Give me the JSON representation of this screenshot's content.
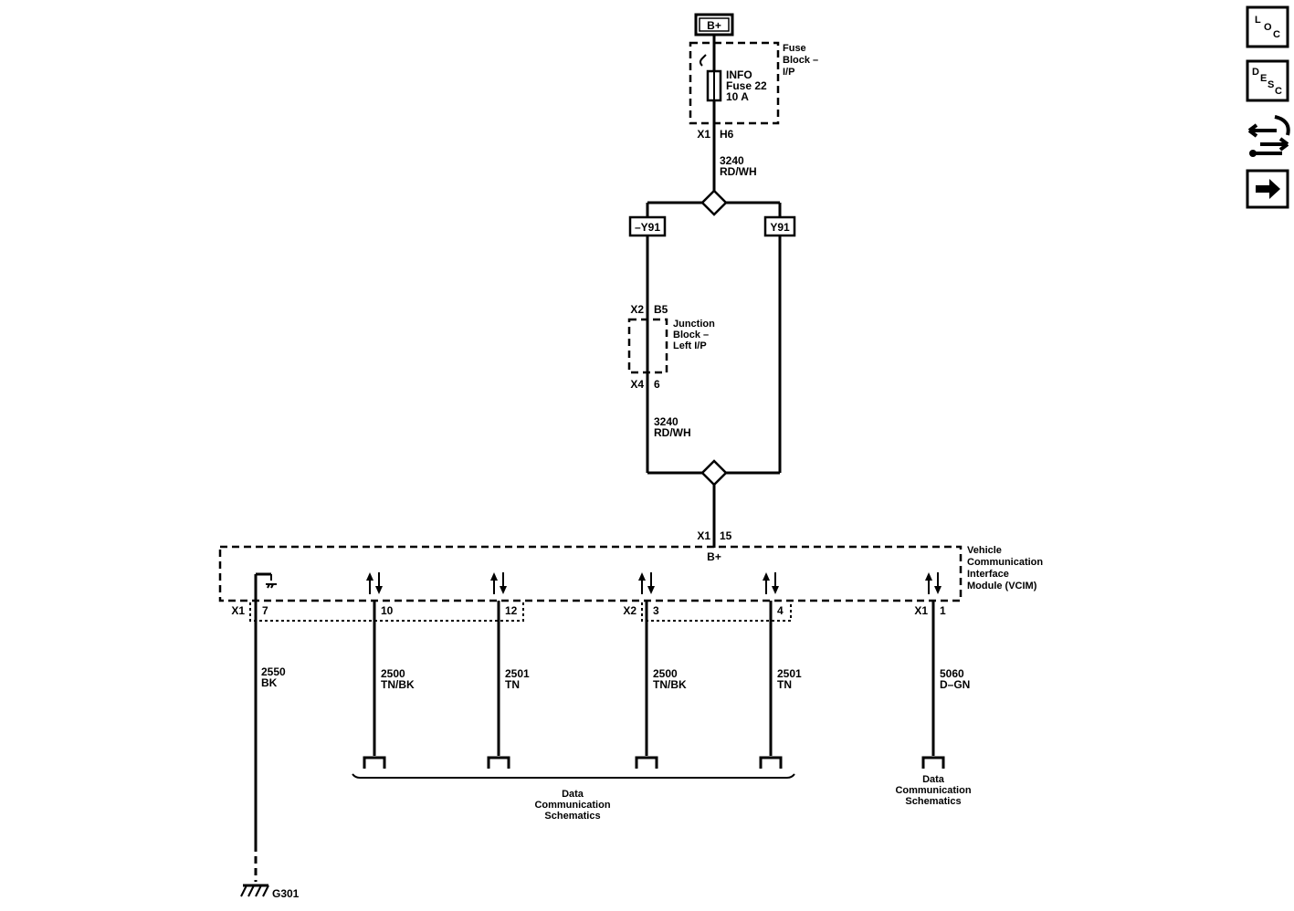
{
  "power": {
    "label": "B+"
  },
  "fuse_block": {
    "name_lines": [
      "Fuse",
      "Block –",
      "I/P"
    ],
    "fuse_lines": [
      "INFO",
      "Fuse 22",
      "10 A"
    ],
    "connector": "X1",
    "pin": "H6"
  },
  "wire_top": {
    "circuit": "3240",
    "color": "RD/WH"
  },
  "options": {
    "left": "–Y91",
    "right": "Y91"
  },
  "junction_block": {
    "name_lines": [
      "Junction",
      "Block –",
      "Left I/P"
    ],
    "conn_top": "X2",
    "pin_top": "B5",
    "conn_bottom": "X4",
    "pin_bottom": "6"
  },
  "wire_mid": {
    "circuit": "3240",
    "color": "RD/WH"
  },
  "vcim": {
    "name_lines": [
      "Vehicle",
      "Communication",
      "Interface",
      "Module (VCIM)"
    ],
    "conn": "X1",
    "pin": "15",
    "supply": "B+"
  },
  "pins": [
    {
      "conn": "X1",
      "pin": "7",
      "circuit": "2550",
      "color": "BK"
    },
    {
      "conn": "",
      "pin": "10",
      "circuit": "2500",
      "color": "TN/BK"
    },
    {
      "conn": "",
      "pin": "12",
      "circuit": "2501",
      "color": "TN"
    },
    {
      "conn": "X2",
      "pin": "3",
      "circuit": "2500",
      "color": "TN/BK"
    },
    {
      "conn": "",
      "pin": "4",
      "circuit": "2501",
      "color": "TN"
    },
    {
      "conn": "X1",
      "pin": "1",
      "circuit": "5060",
      "color": "D–GN"
    }
  ],
  "ref_left": {
    "lines": [
      "Data",
      "Communication",
      "Schematics"
    ]
  },
  "ref_right": {
    "lines": [
      "Data",
      "Communication",
      "Schematics"
    ]
  },
  "ground": {
    "label": "G301"
  },
  "nav": {
    "loc": {
      "big": "L",
      "small": "O",
      "sub": "C"
    },
    "desc": {
      "big": "D",
      "small": "E",
      "sub1": "S",
      "sub2": "C"
    }
  }
}
